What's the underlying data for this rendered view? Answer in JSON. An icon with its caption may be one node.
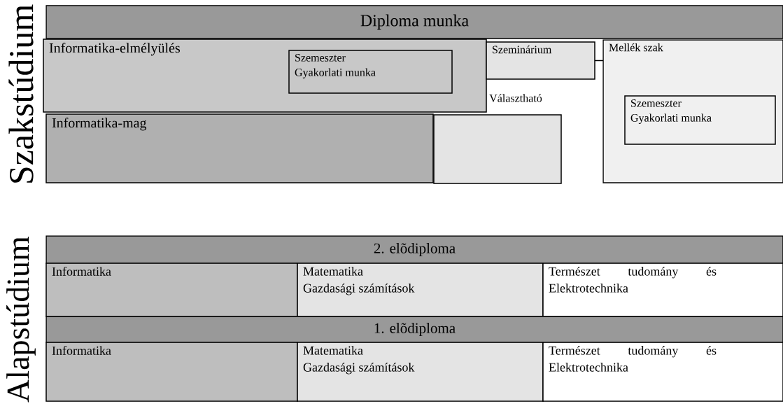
{
  "diagram": {
    "nodes": [
      {
        "text": [
          "Diploma munka"
        ]
      },
      {
        "text": [
          "Informatika-elmélyülés"
        ]
      },
      {
        "text": [
          "Szemeszter",
          "Gyakorlati munka"
        ],
        "in": 1
      },
      {
        "text": [
          "Szeminárium"
        ]
      },
      {
        "text": [
          "Mellék szak"
        ]
      },
      {
        "text": [
          "Szemeszter",
          "Gyakorlati munka"
        ],
        "in": 4
      },
      {
        "text": [
          "Informatika-mag"
        ]
      },
      {
        "text": [],
        "shape": "box"
      },
      {
        "text": [
          "2. elõdiploma"
        ]
      },
      {
        "text": [
          "Informatika"
        ]
      },
      {
        "text": [
          "Matematika",
          "Gazdasági számítások"
        ]
      },
      {
        "text": [
          "Természet tudomány és Elektrotechnika"
        ]
      },
      {
        "text": [
          "1. elõdiploma"
        ]
      },
      {
        "text": [
          "Informatika"
        ]
      },
      {
        "text": [
          "Matematika",
          "Gazdasági számítások"
        ]
      },
      {
        "text": [
          "Természet tudomány és Elektrotechnika"
        ]
      }
    ],
    "edges": [
      {
        "from": 3,
        "to": 4,
        "arrow": "none"
      }
    ],
    "labels": [
      "Szakstúdium",
      "Választható",
      "Alapstúdium"
    ]
  }
}
